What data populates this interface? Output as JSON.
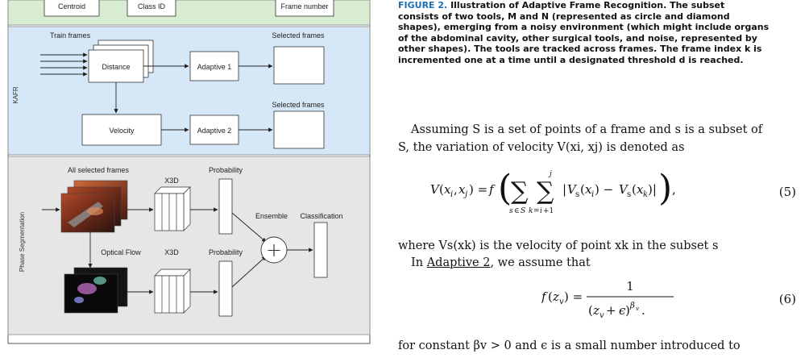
{
  "figure": {
    "top_boxes": [
      "Centroid",
      "Class ID",
      "Frame number"
    ],
    "kafr": {
      "section_label": "KAFR",
      "train_frames_label": "Train frames",
      "distance_label": "Distance",
      "velocity_label": "Velocity",
      "adaptive1_label": "Adaptive 1",
      "adaptive2_label": "Adaptive 2",
      "selected_frames_label_1": "Selected frames",
      "selected_frames_label_2": "Selected frames"
    },
    "phase": {
      "section_label": "Phase Segmentation",
      "all_selected_frames_label": "All selected frames",
      "optical_flow_label": "Optical Flow",
      "x3d_label_top": "X3D",
      "x3d_label_bottom": "X3D",
      "probability_label_top": "Probability",
      "probability_label_bottom": "Probability",
      "ensemble_label": "Ensemble",
      "classification_label": "Classification",
      "plus_symbol": "+"
    },
    "colors": {
      "top_band": "#d7ecd0",
      "kafr_band": "#d6e8f8",
      "phase_band": "#e6e6e6"
    }
  },
  "text": {
    "caption_label": "FIGURE 2.",
    "caption_lines": [
      "Illustration of Adaptive Frame Recognition. The subset",
      "consists of two tools, M and N (represented as circle and diamond",
      "shapes), emerging from a noisy environment (which might include organs",
      "of the abdominal cavity, other surgical tools, and noise, represented by",
      "other shapes). The tools are tracked across frames. The frame index k is",
      "incremented one at a time until a designated threshold d is reached."
    ],
    "para1_line1": "Assuming S is a set of points of a frame and s is a subset of",
    "para1_line2": "S, the variation of velocity V(xi, xj) is denoted as",
    "eq5_number": "(5)",
    "where_line": "where Vs(xk) is the velocity of point xk in the subset s",
    "in_adaptive_prefix": "In ",
    "in_adaptive_link": "Adaptive 2",
    "in_adaptive_suffix": ", we assume that",
    "eq6_number": "(6)",
    "last_line": "for constant βv > 0 and ϵ is a small number introduced to"
  }
}
